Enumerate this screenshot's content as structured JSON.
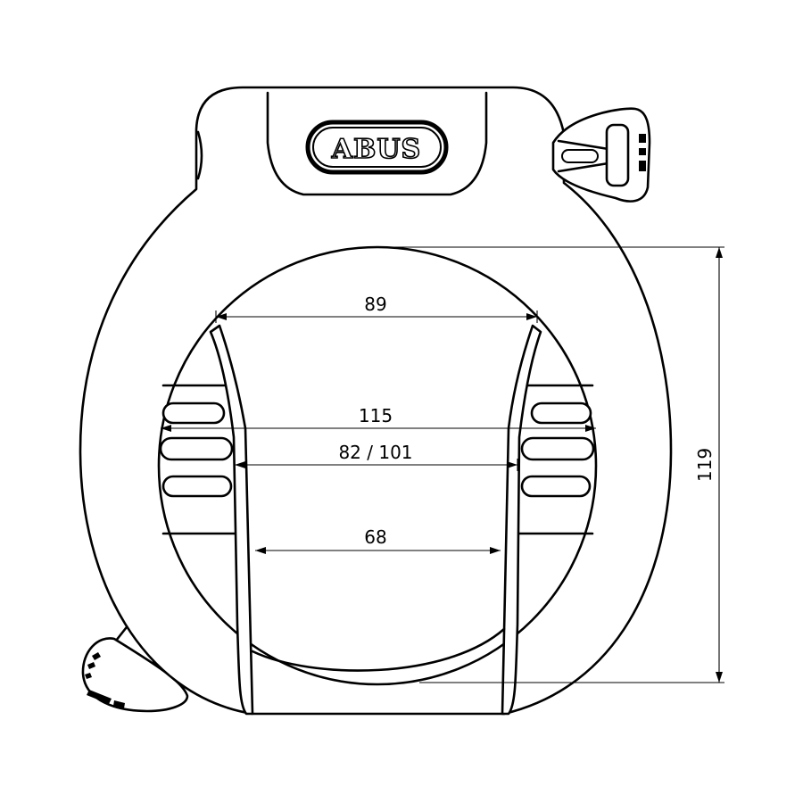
{
  "drawing": {
    "logo_text": "ABUS",
    "dimensions": {
      "top_width": "89",
      "overall_inner_width": "115",
      "bolt_width": "82 / 101",
      "bottom_width": "68",
      "inner_height": "119"
    }
  }
}
